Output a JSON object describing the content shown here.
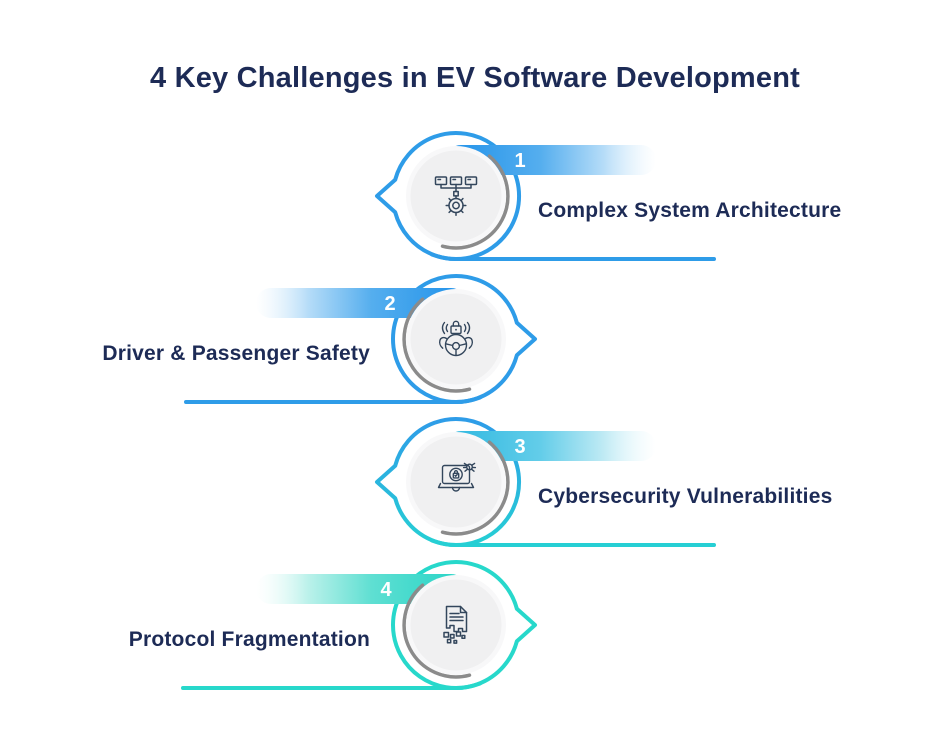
{
  "title": "4 Key Challenges in EV Software Development",
  "items": [
    {
      "number": "1",
      "label": "Complex System Architecture",
      "icon": "system-architecture-icon",
      "side": "right",
      "accent": "#2e9ce8"
    },
    {
      "number": "2",
      "label": "Driver & Passenger Safety",
      "icon": "driver-passenger-safety-icon",
      "side": "left",
      "accent": "#2e9ce8"
    },
    {
      "number": "3",
      "label": "Cybersecurity Vulnerabilities",
      "icon": "cybersecurity-icon",
      "side": "right",
      "accent": "#26cfd4"
    },
    {
      "number": "4",
      "label": "Protocol Fragmentation",
      "icon": "protocol-fragmentation-icon",
      "side": "left",
      "accent": "#27d8cb"
    }
  ],
  "colors": {
    "navy_text": "#1d2b56",
    "blue": "#2e9ce8",
    "cyan": "#26cfd4",
    "teal": "#27d8cb",
    "arc_gray": "#8b8b8b",
    "inner_circle_fill": "#f0f0f1",
    "background": "#ffffff"
  }
}
